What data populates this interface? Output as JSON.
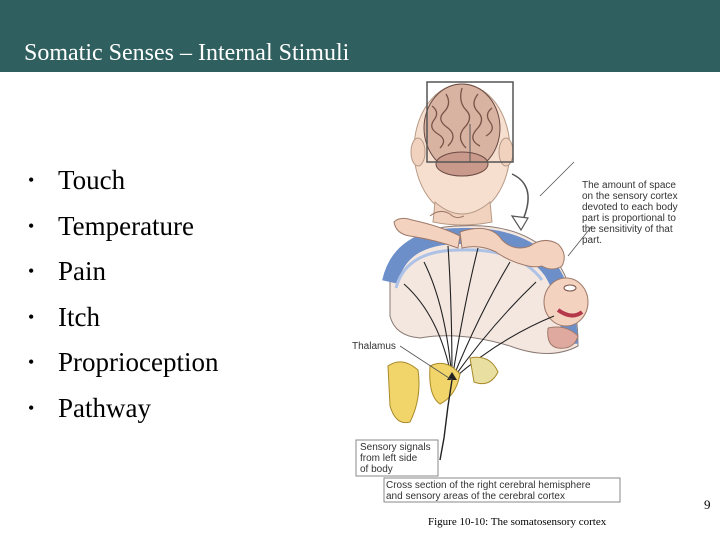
{
  "slide": {
    "title": "Somatic Senses – Internal Stimuli",
    "bullets": [
      "Touch",
      "Temperature",
      "Pain",
      "Itch",
      "Proprioception",
      "Pathway"
    ],
    "bullet_symbol": "•",
    "page_number": "9",
    "caption": "Figure 10-10: The somatosensory cortex"
  },
  "figure": {
    "callout_cortex": "The amount of space\non the sensory cortex\ndevoted to each body\npart is proportional to\nthe sensitivity of that\npart.",
    "label_thalamus": "Thalamus",
    "label_signals": "Sensory signals\nfrom left side\nof body",
    "label_cross_section": "Cross section of the right cerebral hemisphere\nand sensory areas of the cerebral cortex"
  },
  "colors": {
    "title_bar": "#2f5f5e",
    "cortex_blue": "#6d8fc9",
    "skin": "#f3d3c0",
    "thalamus_yellow": "#f1d56a"
  }
}
